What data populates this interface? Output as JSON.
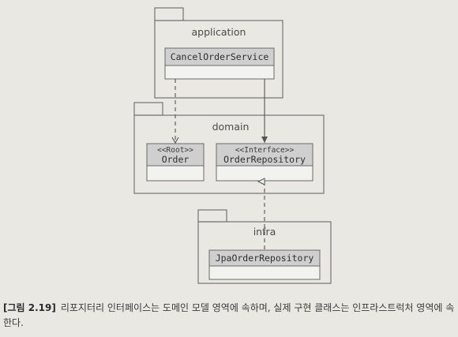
{
  "packages": {
    "application": "application",
    "domain": "domain",
    "infra": "infra"
  },
  "classes": {
    "cancel_order_service": {
      "name": "CancelOrderService"
    },
    "order": {
      "stereotype": "<<Root>>",
      "name": "Order"
    },
    "order_repository": {
      "stereotype": "<<Interface>>",
      "name": "OrderRepository"
    },
    "jpa_order_repository": {
      "name": "JpaOrderRepository"
    }
  },
  "caption": {
    "figure": "[그림 2.19]",
    "text": "리포지터리 인터페이스는 도메인 모델 영역에 속하며, 실제 구현 클래스는 인프라스트럭처 영역에 속한다."
  },
  "colors": {
    "background": "#e9e8e3",
    "package_border": "#6a6a6a",
    "class_header": "#cfcfcf",
    "class_body": "#f2f2ef"
  }
}
